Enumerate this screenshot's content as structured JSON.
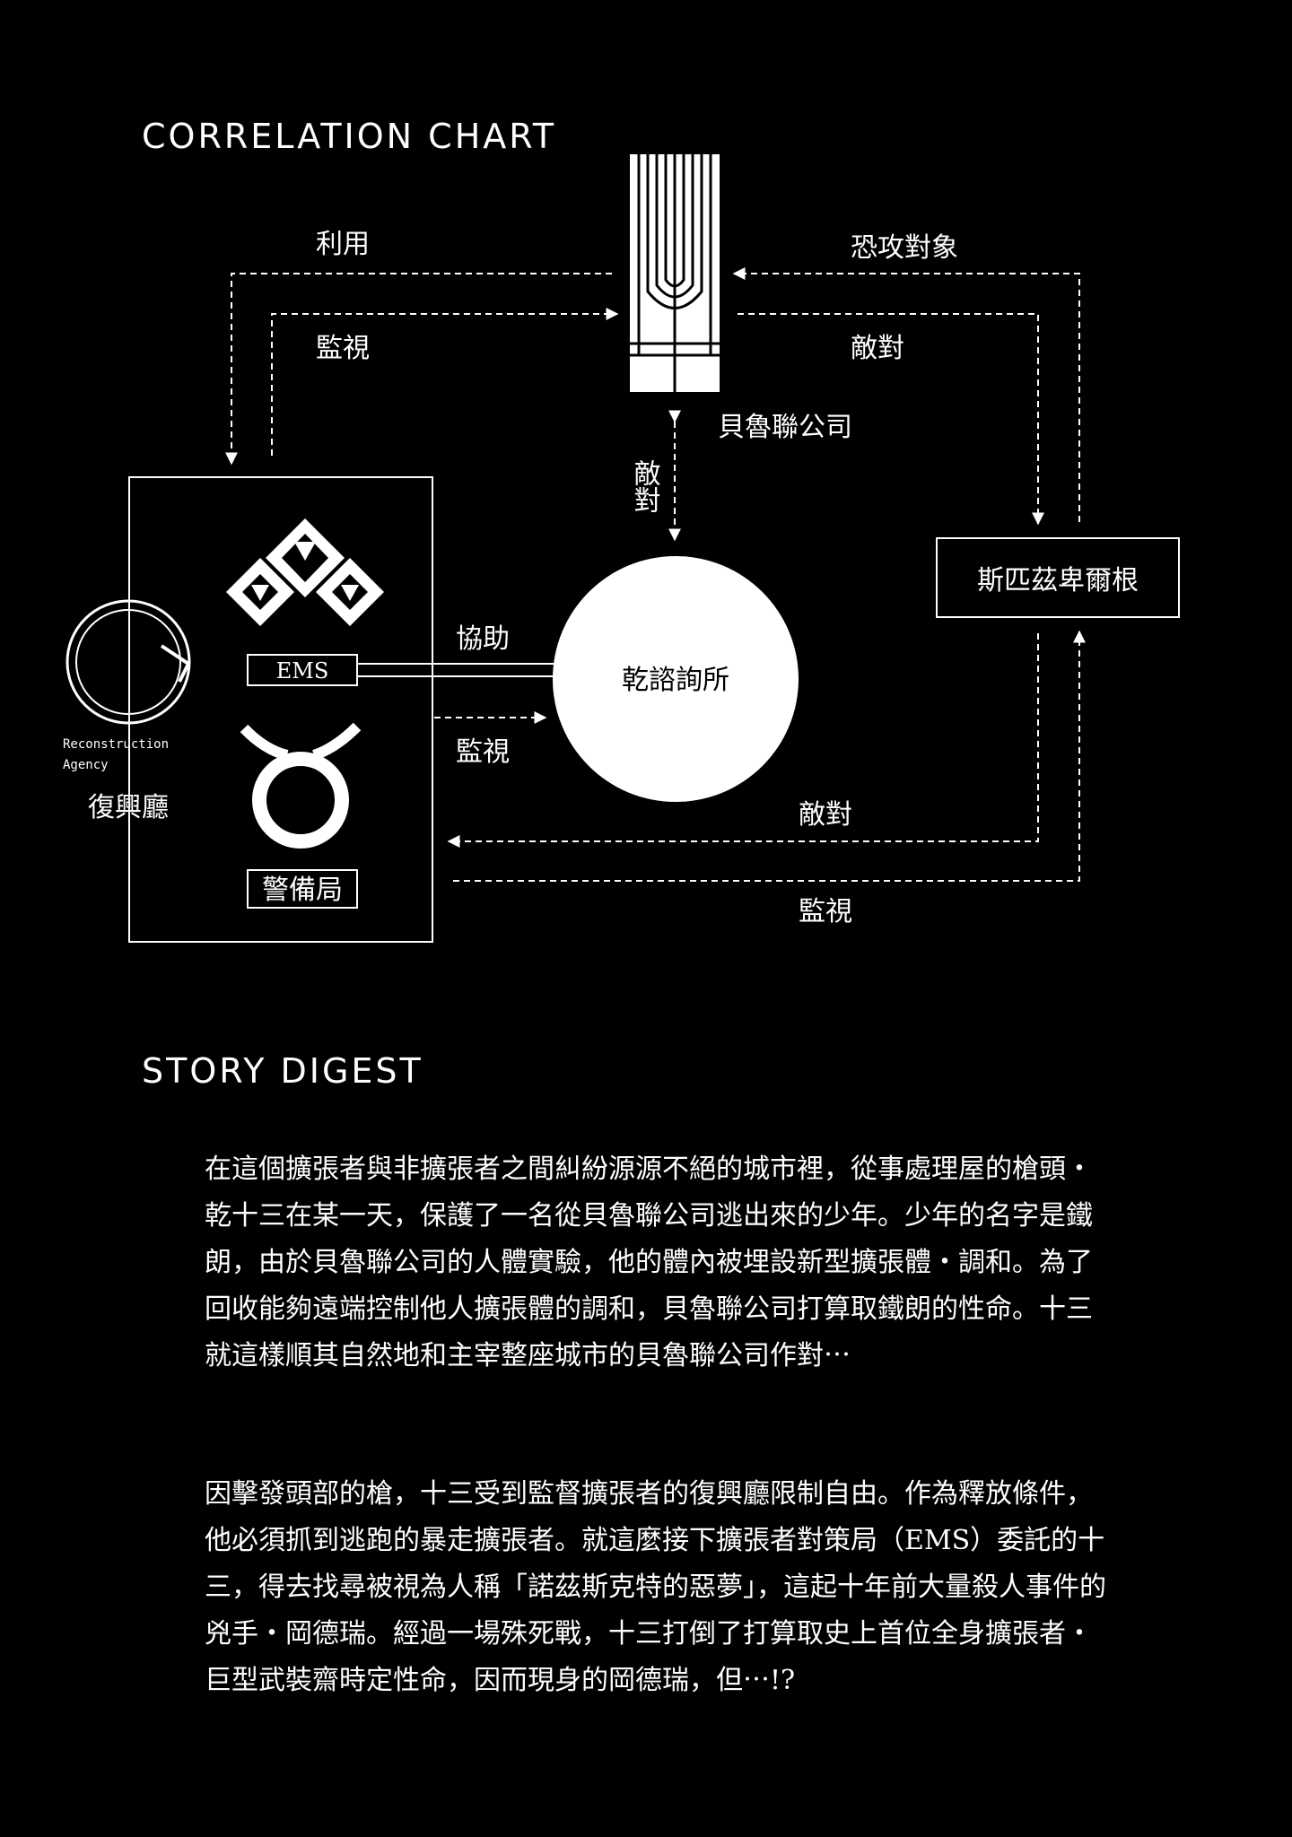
{
  "sections": {
    "chart_heading": "CORRELATION CHART",
    "story_heading": "STORY DIGEST"
  },
  "nodes": {
    "beru": "貝魯聯公司",
    "qian": "乾諮詢所",
    "spiz": "斯匹茲卑爾根",
    "fuxing": "復興廳",
    "fuxing_logo_line1": "Reconstruction",
    "fuxing_logo_line2": "Agency",
    "ems": "EMS",
    "police": "警備局"
  },
  "edges": {
    "use": "利用",
    "watch_top": "監視",
    "terror_target": "恐攻對象",
    "hostile_top": "敵對",
    "hostile_vertical": "敵對",
    "assist": "協助",
    "watch_mid": "監視",
    "hostile_bottom": "敵對",
    "watch_bottom": "監視"
  },
  "story": [
    "在這個擴張者與非擴張者之間糾紛源源不絕的城市裡，從事處理屋的槍頭・乾十三在某一天，保護了一名從貝魯聯公司逃出來的少年。少年的名字是鐵朗，由於貝魯聯公司的人體實驗，他的體內被埋設新型擴張體・調和。為了回收能夠遠端控制他人擴張體的調和，貝魯聯公司打算取鐵朗的性命。十三就這樣順其自然地和主宰整座城市的貝魯聯公司作對⋯",
    "因擊發頭部的槍，十三受到監督擴張者的復興廳限制自由。作為釋放條件，他必須抓到逃跑的暴走擴張者。就這麼接下擴張者對策局（EMS）委託的十三，得去找尋被視為人稱「諾茲斯克特的惡夢」，這起十年前大量殺人事件的兇手・岡德瑞。經過一場殊死戰，十三打倒了打算取史上首位全身擴張者・巨型武裝齋時定性命，因而現身的岡德瑞，但⋯!?"
  ]
}
